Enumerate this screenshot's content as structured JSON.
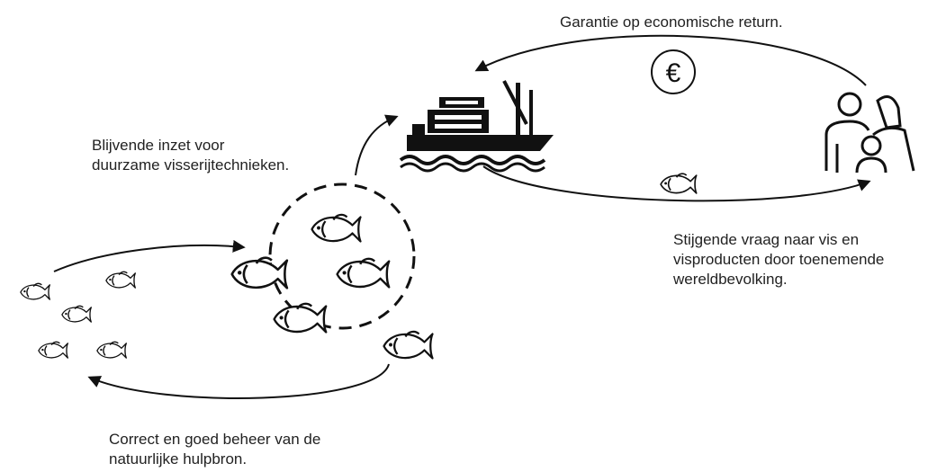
{
  "diagram": {
    "top_label": "Garantie op economische return.",
    "left_label": [
      "Blijvende inzet voor",
      "duurzame visserijtechnieken."
    ],
    "right_label": [
      "Stijgende vraag naar vis en",
      "visproducten door toenemende",
      "wereldbevolking."
    ],
    "bottom_label": [
      "Correct en goed beheer van de",
      "natuurlijke hulpbron."
    ],
    "currency_symbol": "€",
    "icons": [
      "fishing-boat-icon",
      "family-icon",
      "euro-coin-icon",
      "fish-icon"
    ]
  }
}
